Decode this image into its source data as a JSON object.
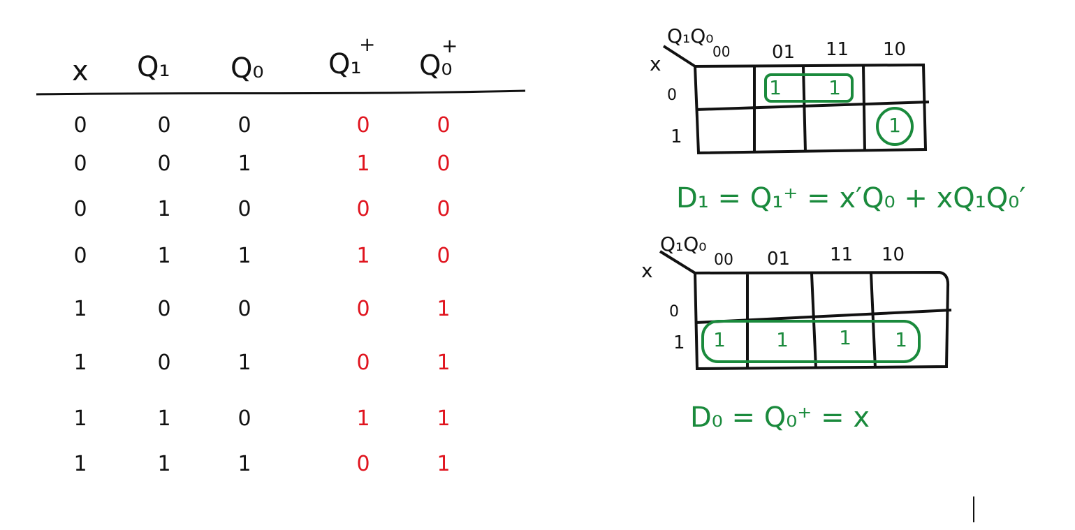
{
  "table": {
    "headers": [
      "x",
      "Q₁",
      "Q₀",
      "Q₁",
      "Q₀"
    ],
    "next_marks": [
      "+",
      "+"
    ],
    "rows": [
      [
        "0",
        "0",
        "0",
        "0",
        "0"
      ],
      [
        "0",
        "0",
        "1",
        "1",
        "0"
      ],
      [
        "0",
        "1",
        "0",
        "0",
        "0"
      ],
      [
        "0",
        "1",
        "1",
        "1",
        "0"
      ],
      [
        "1",
        "0",
        "0",
        "0",
        "1"
      ],
      [
        "1",
        "0",
        "1",
        "0",
        "1"
      ],
      [
        "1",
        "1",
        "0",
        "1",
        "1"
      ],
      [
        "1",
        "1",
        "1",
        "0",
        "1"
      ]
    ]
  },
  "kmap_q1": {
    "col_var": "Q₁Q₀",
    "row_var": "x",
    "cols": [
      "00",
      "01",
      "11",
      "10"
    ],
    "rows": [
      "0",
      "1"
    ],
    "ones": [
      [
        "",
        "1",
        "1",
        ""
      ],
      [
        "",
        "",
        "",
        "1"
      ]
    ]
  },
  "eq_q1": "D₁ = Q₁⁺ = x′Q₀ + xQ₁Q₀′",
  "kmap_q0": {
    "col_var": "Q₁Q₀",
    "row_var": "x",
    "cols": [
      "00",
      "01",
      "11",
      "10"
    ],
    "rows": [
      "0",
      "1"
    ],
    "ones": [
      [
        "",
        "",
        "",
        ""
      ],
      [
        "1",
        "1",
        "1",
        "1"
      ]
    ]
  },
  "eq_q0": "D₀ = Q₀⁺ = x",
  "colors": {
    "ink": "#111111",
    "red": "#e0141e",
    "green": "#1a8a3c"
  }
}
